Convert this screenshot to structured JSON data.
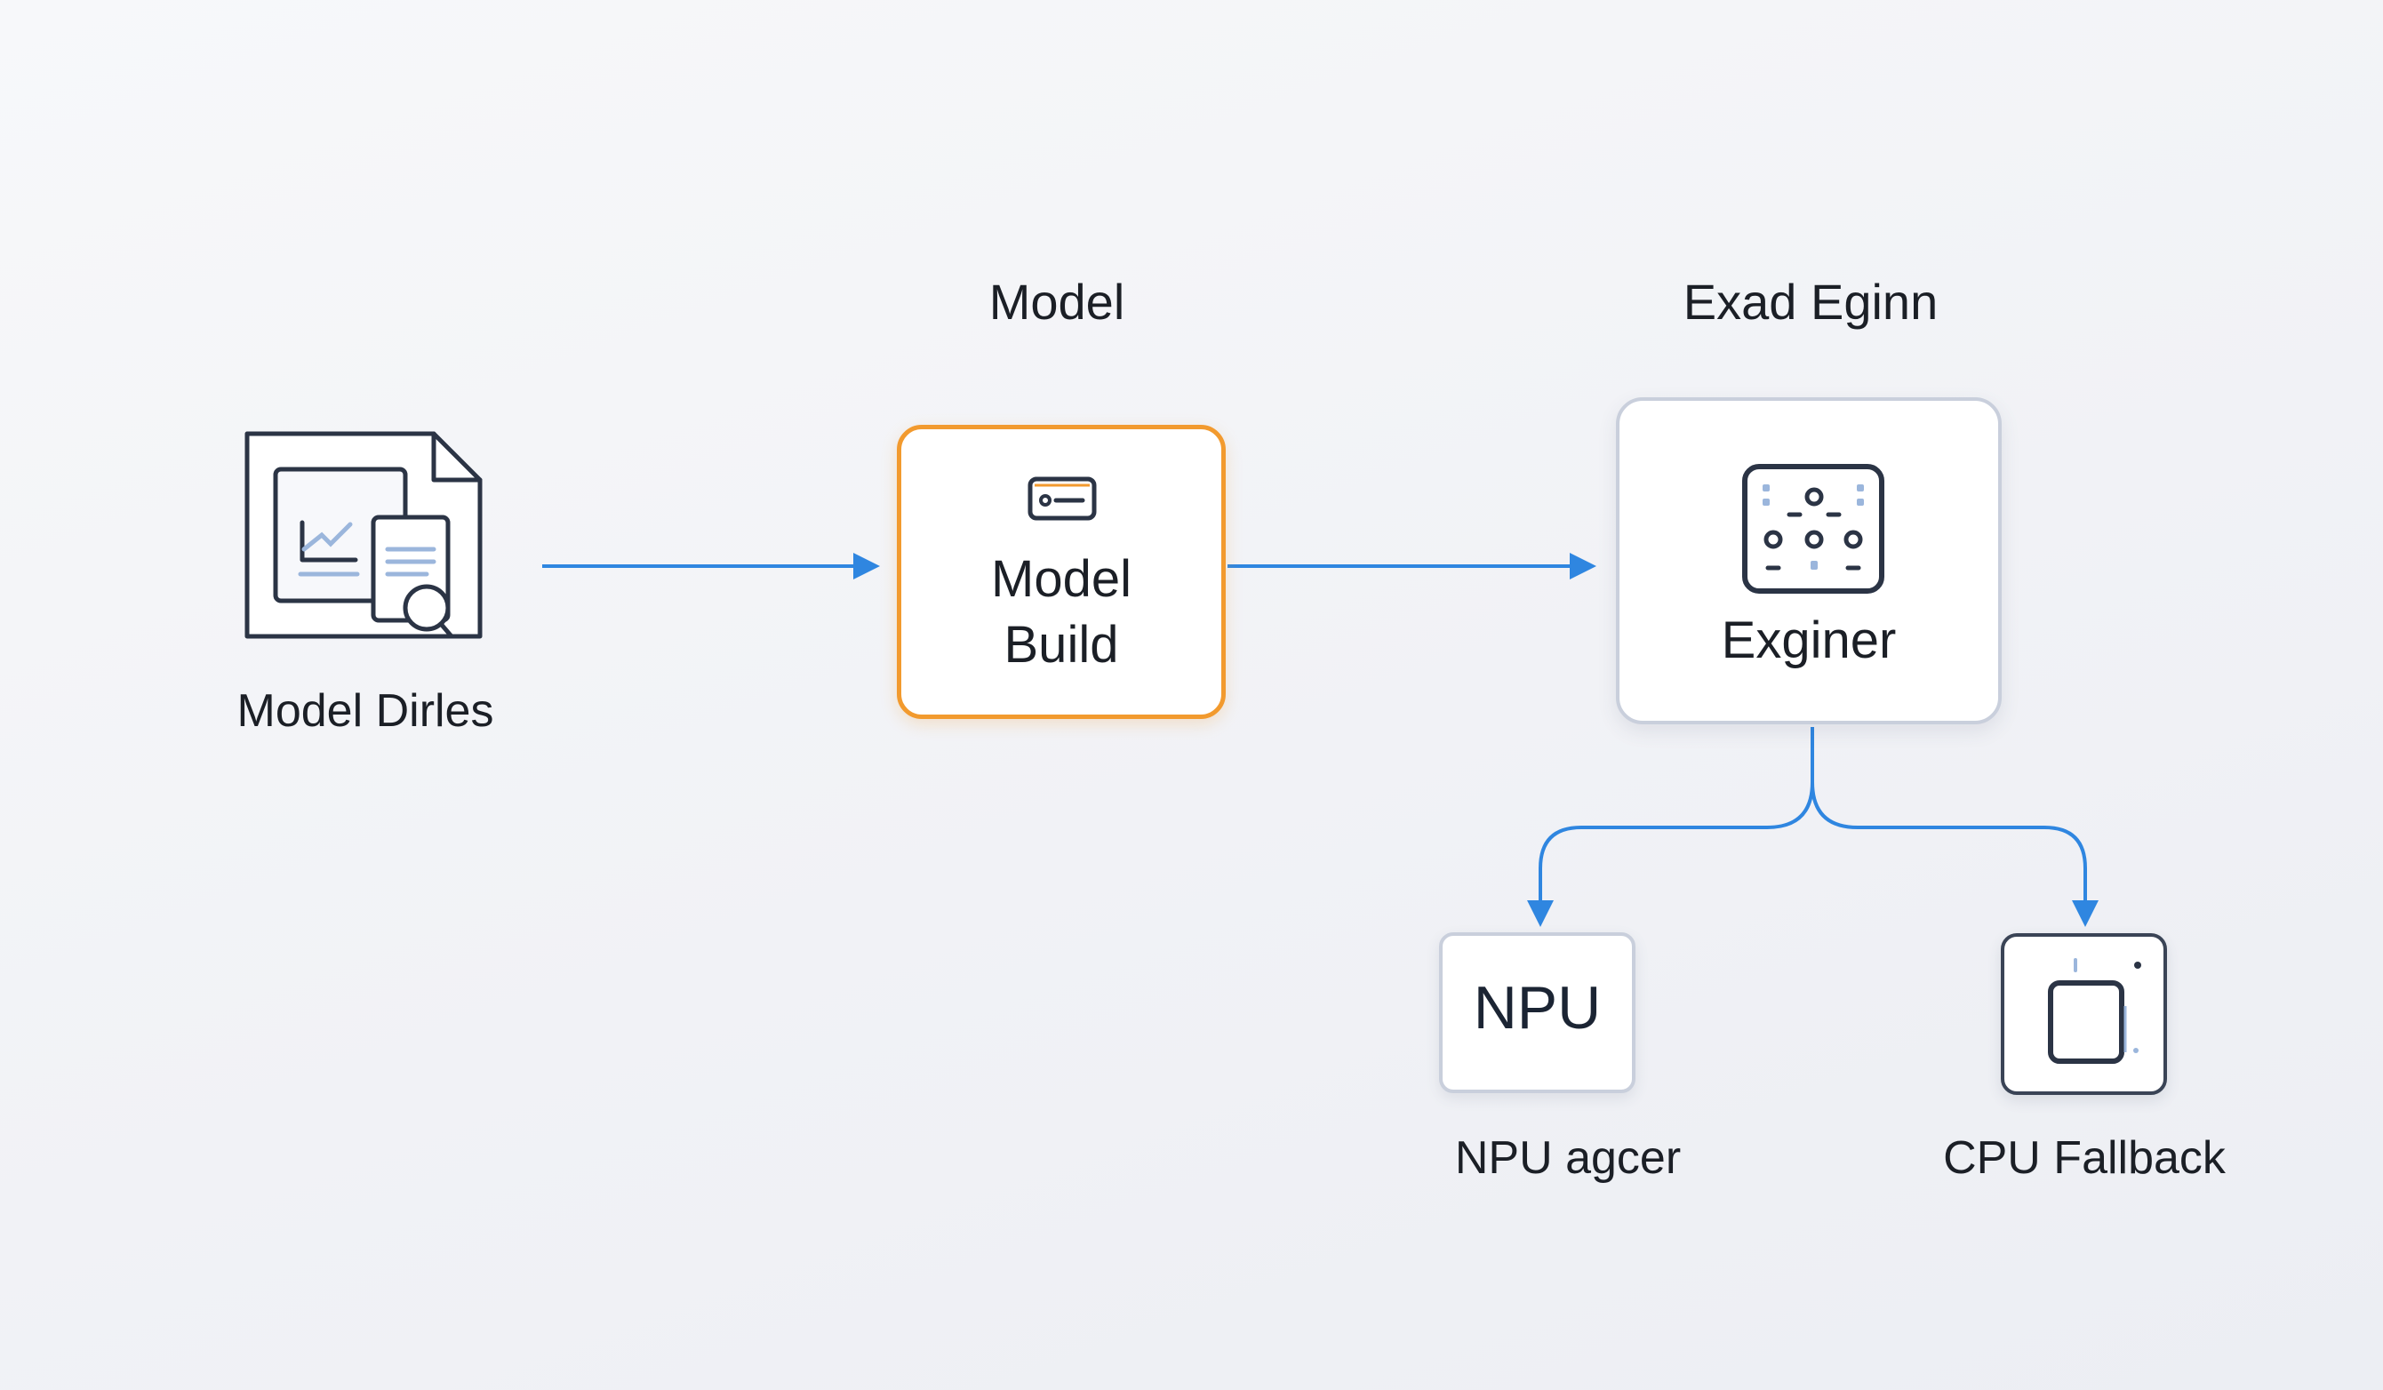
{
  "headings": {
    "model": "Model",
    "engine": "Exad Eginn"
  },
  "nodes": {
    "model_files": {
      "label": "Model Dirles",
      "icon": "model-files-icon"
    },
    "model_build": {
      "line1": "Model",
      "line2": "Build",
      "icon": "id-card-icon"
    },
    "engine": {
      "label": "Exginer",
      "icon": "chip-grid-icon"
    },
    "npu": {
      "box_text": "NPU",
      "label": "NPU agcer"
    },
    "cpu": {
      "label": "CPU Fallback",
      "icon": "cpu-square-icon"
    }
  },
  "colors": {
    "accent_blue": "#2f86e0",
    "build_orange": "#f29a2e",
    "icon_dark": "#2b3445",
    "icon_light_blue": "#9bb6dc"
  }
}
